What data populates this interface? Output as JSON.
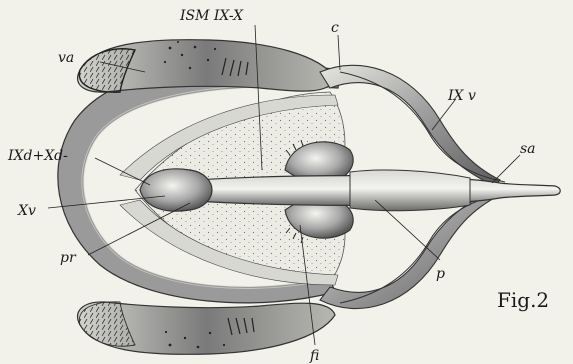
{
  "figure": {
    "fig_label": "Fig.2",
    "labels": {
      "ism": "ISM IX-X",
      "c": "c",
      "va": "va",
      "ixv": "IX v",
      "ixd_xd": "IXd+Xd-",
      "sa": "sa",
      "xv": "Xv",
      "pr": "pr",
      "p": "p",
      "fi": "fi"
    },
    "colors": {
      "background": "#f2f1ea",
      "ink": "#1a1a1a",
      "shade_dark": "#6f6f6f",
      "shade_mid": "#9a9a9a",
      "shade_light": "#cfcfcf"
    }
  }
}
